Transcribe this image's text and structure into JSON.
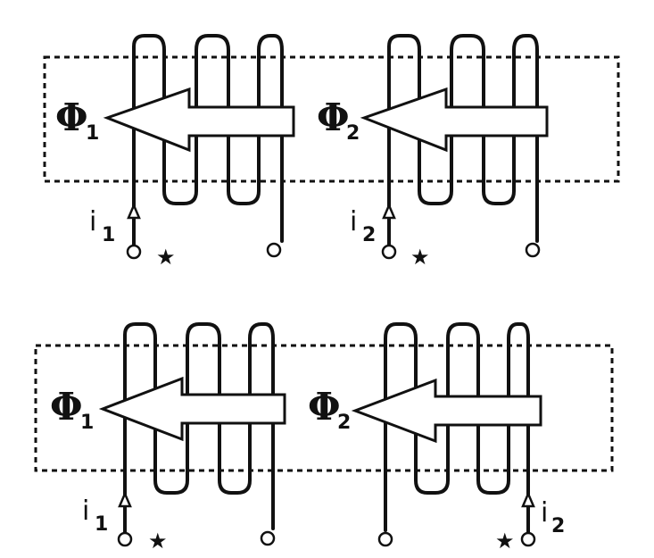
{
  "diagrams": [
    {
      "coil1": {
        "flux_symbol": "Φ",
        "flux_subscript": "1",
        "current_symbol": "i",
        "current_subscript": "1",
        "dot_mark": "★"
      },
      "coil2": {
        "flux_symbol": "Φ",
        "flux_subscript": "2",
        "current_symbol": "i",
        "current_subscript": "2",
        "dot_mark": "★"
      }
    },
    {
      "coil1": {
        "flux_symbol": "Φ",
        "flux_subscript": "1",
        "current_symbol": "i",
        "current_subscript": "1",
        "dot_mark": "★"
      },
      "coil2": {
        "flux_symbol": "Φ",
        "flux_subscript": "2",
        "current_symbol": "i",
        "current_subscript": "2",
        "dot_mark": "★"
      }
    }
  ]
}
